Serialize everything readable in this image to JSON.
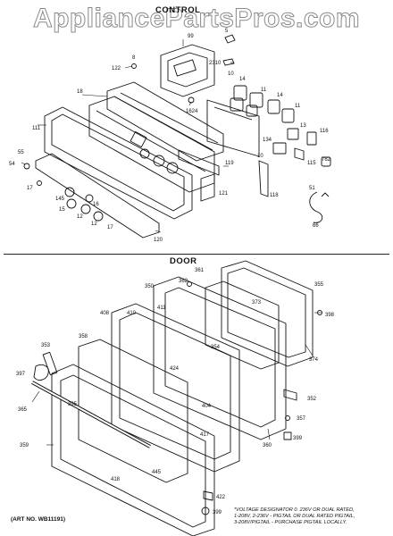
{
  "watermark": "AppliancePartsPros.com",
  "sections": {
    "control_title": "CONTROL",
    "door_title": "DOOR"
  },
  "art_number": "(ART NO. WB11191)",
  "voltage_note": [
    "*VOLTAGE DESIGNATOR 0. 236V OR DUAL RATED,",
    "1-208V, 2-236V - PIGTAIL OR DUAL RATED PIGTAIL,",
    "3-208V/PIGTAIL - PURCHASE PIGTAIL LOCALLY."
  ],
  "callouts": {
    "c99": "99",
    "c5": "5",
    "c122": "122",
    "c8": "8",
    "c2310": "2310",
    "c10a": "10",
    "c18": "18",
    "c1624": "1624",
    "c14a": "14",
    "c11a": "11",
    "c14b": "14",
    "c11b": "11",
    "c111": "111",
    "c13": "13",
    "c116": "116",
    "c134": "134",
    "c55": "55",
    "c54": "54",
    "c119": "119",
    "c10b": "10",
    "c115": "115",
    "c782": "782",
    "c121": "121",
    "c17a": "17",
    "c145": "145",
    "c51": "51",
    "c118": "118",
    "c15": "15",
    "c12a": "12",
    "c12b": "12",
    "c16": "16",
    "c17b": "17",
    "c120": "120",
    "c66": "66",
    "c361": "361",
    "c362": "362",
    "c355": "355",
    "c350": "350",
    "c373": "373",
    "c411": "411",
    "c408": "408",
    "c410": "410",
    "c398": "398",
    "c353": "353",
    "c358": "358",
    "c354": "354",
    "c374": "374",
    "c397": "397",
    "c424": "424",
    "c352": "352",
    "c404": "404",
    "c357": "357",
    "c365": "365",
    "c395": "395",
    "c417": "417",
    "c399a": "399",
    "c359": "359",
    "c360": "360",
    "c445": "445",
    "c418": "418",
    "c422": "422",
    "c399b": "399"
  }
}
